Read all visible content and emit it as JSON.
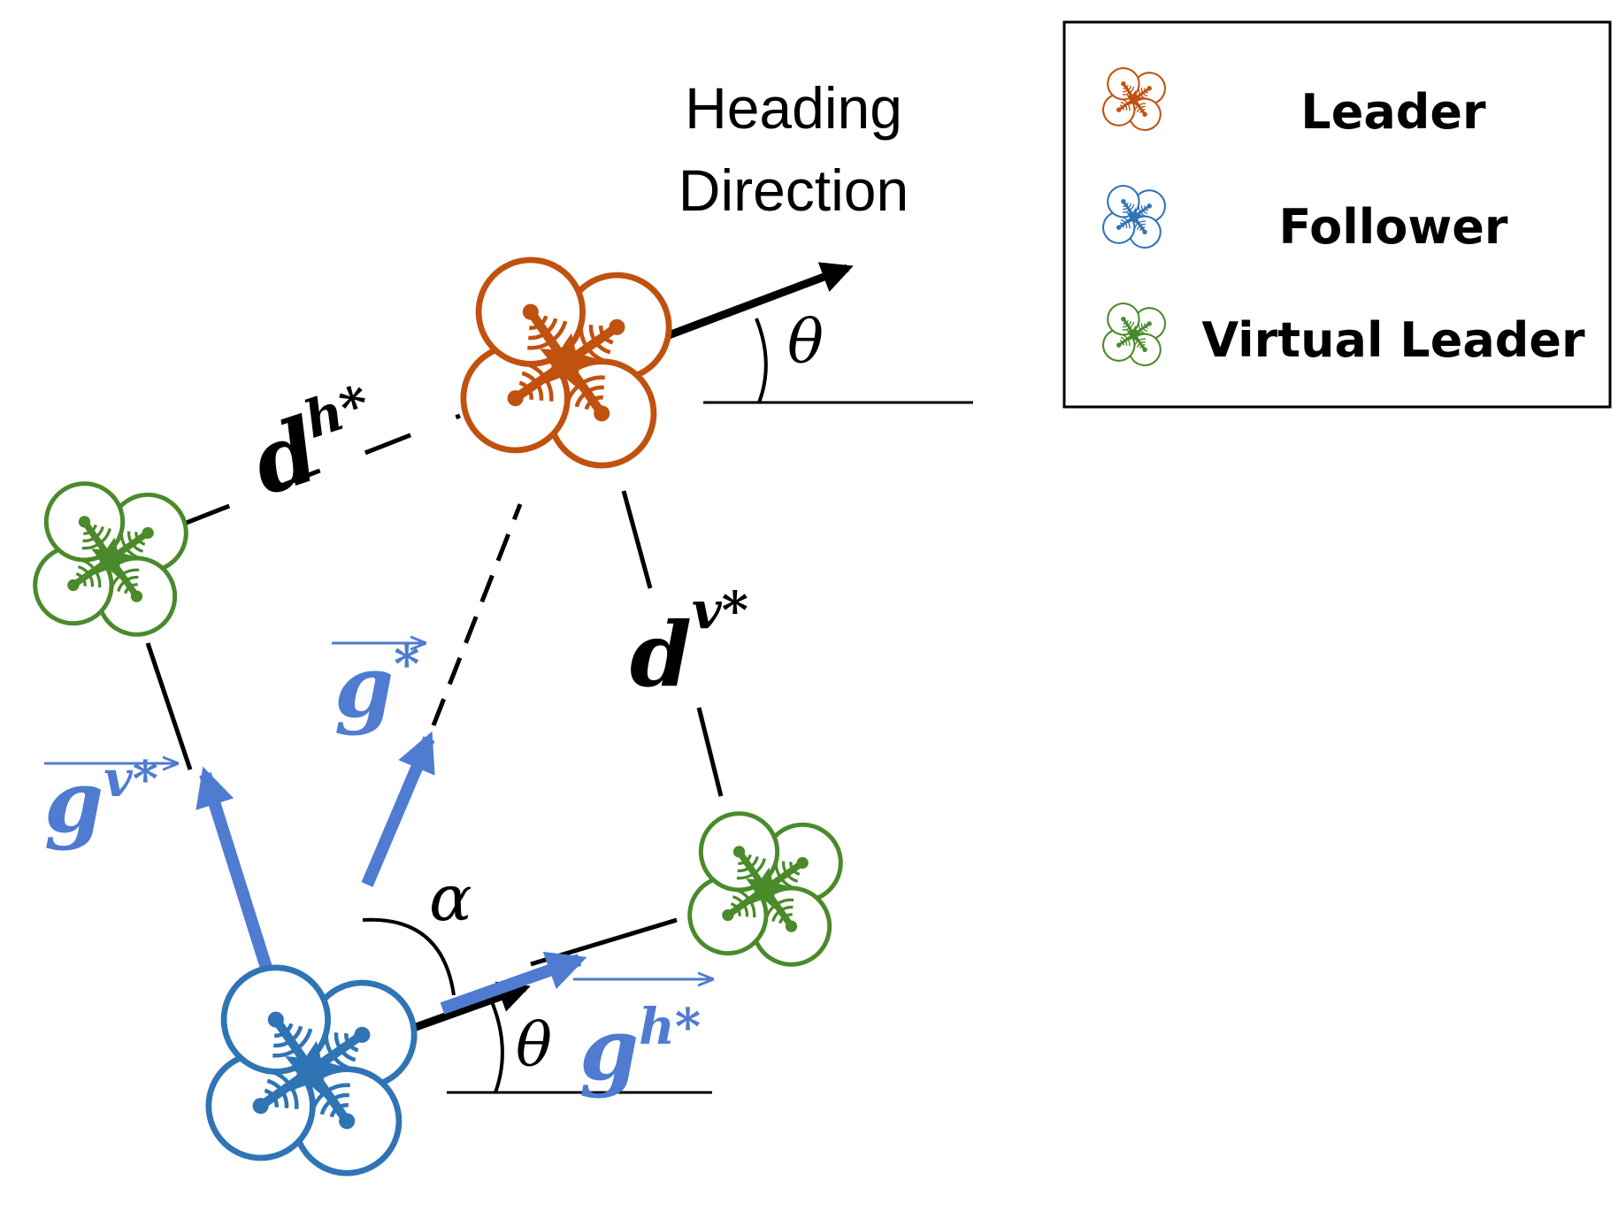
{
  "heading": {
    "line1": "Heading",
    "line2": "Direction"
  },
  "legend": {
    "items": [
      {
        "label": "Leader",
        "color": "#c0510f",
        "icon": "drone-icon"
      },
      {
        "label": "Follower",
        "color": "#2f74b5",
        "icon": "drone-icon"
      },
      {
        "label": "Virtual Leader",
        "color": "#4a8a2a",
        "icon": "drone-icon"
      }
    ]
  },
  "labels": {
    "dh": {
      "base": "d",
      "sup": "h*"
    },
    "dv": {
      "base": "d",
      "sup": "v*"
    },
    "g_star": {
      "base": "g",
      "sup": "*"
    },
    "gv_star": {
      "base": "g",
      "sup": "v*"
    },
    "gh_star": {
      "base": "g",
      "sup": "h*"
    },
    "theta_top": "θ",
    "theta_bottom": "θ",
    "alpha": "α"
  },
  "colors": {
    "leader": "#c0510f",
    "follower": "#2f74b5",
    "virtual": "#4a8a2a",
    "vector": "#4f7bd1",
    "black": "#000000"
  }
}
